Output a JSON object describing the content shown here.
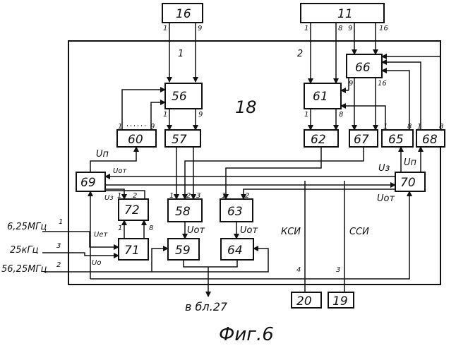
{
  "figure": {
    "caption": "Фиг.6",
    "outer_block_label": "18",
    "output_label": "в бл.27"
  },
  "blocks": {
    "b16": "16",
    "b11": "11",
    "b56": "56",
    "b57": "57",
    "b60": "60",
    "b61": "61",
    "b62": "62",
    "b66": "66",
    "b67": "67",
    "b65": "65",
    "b68": "68",
    "b69": "69",
    "b70": "70",
    "b72": "72",
    "b71": "71",
    "b58": "58",
    "b59": "59",
    "b63": "63",
    "b64": "64",
    "b20": "20",
    "b19": "19"
  },
  "buses": {
    "bus1": "1",
    "bus2": "2"
  },
  "pins": {
    "p16_1": "1",
    "p16_9": "9",
    "p11_1": "1",
    "p11_8": "8",
    "p11_9": "9",
    "p11_16": "16",
    "p56_1": "1",
    "p56_9": "9",
    "p60_1": "1",
    "p60_9": "9",
    "p61_1": "1",
    "p61_8": "8",
    "p66_9": "9",
    "p66_16": "16",
    "p65_1": "1",
    "p65_8": "8",
    "p68_1": "1",
    "p68_8": "8",
    "p72_1": "1",
    "p72_2": "2",
    "p71_1": "1",
    "p71_8": "8",
    "p58_1": "1",
    "p58_2": "2",
    "p58_3": "3",
    "p63_1": "1",
    "p63_2": "2",
    "in1_num": "1",
    "in2_num": "2",
    "in3_num": "3",
    "p20": "4",
    "p19": "3"
  },
  "signals": {
    "u_p_left": "Uп",
    "u_ot_69": "Uот",
    "u_z_69": "Uз",
    "u_z_70": "Uз",
    "u_ot_70": "Uот",
    "u_p_right": "Uп",
    "u_et": "Uет",
    "u_o": "Uо",
    "u_ot_58": "Uот",
    "u_ot_63": "Uот",
    "ksi": "КСИ",
    "ssi": "ССИ"
  },
  "inputs": {
    "in1": "6,25МГц",
    "in3": "25кГц",
    "in2": "56,25МГц"
  }
}
